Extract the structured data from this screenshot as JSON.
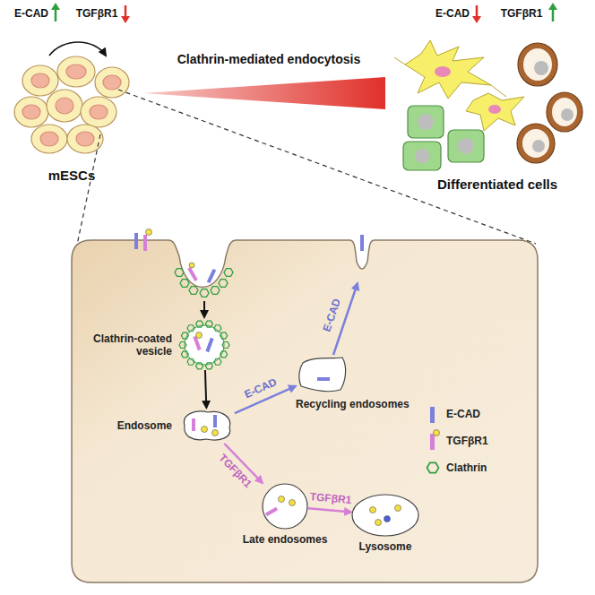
{
  "diagram": {
    "nodes": [
      {
        "text": [
          "Clathrin-coated vesicle"
        ]
      },
      {
        "text": [
          "Endosome"
        ]
      },
      {
        "text": [
          "Recycling endosomes"
        ]
      },
      {
        "text": [
          "Late endosomes"
        ]
      },
      {
        "text": [
          "Lysosome"
        ]
      }
    ],
    "edges": [
      {
        "from": 0,
        "to": 1,
        "arrow": "to"
      },
      {
        "from": 1,
        "to": 2,
        "label": "E-CAD",
        "arrow": "to"
      },
      {
        "from": 1,
        "to": 3,
        "label": "TGFβR1",
        "arrow": "to"
      },
      {
        "from": 3,
        "to": 4,
        "label": "TGFβR1",
        "arrow": "to"
      }
    ],
    "labels": [
      "E-CAD",
      "TGFβR1",
      "E-CAD",
      "TGFβR1",
      "Clathrin-mediated endocytosis",
      "mESCs",
      "Differentiated cells",
      "E-CAD"
    ],
    "legend": [
      {
        "text": "E-CAD"
      },
      {
        "text": "TGFβR1"
      },
      {
        "text": "Clathrin"
      }
    ]
  }
}
